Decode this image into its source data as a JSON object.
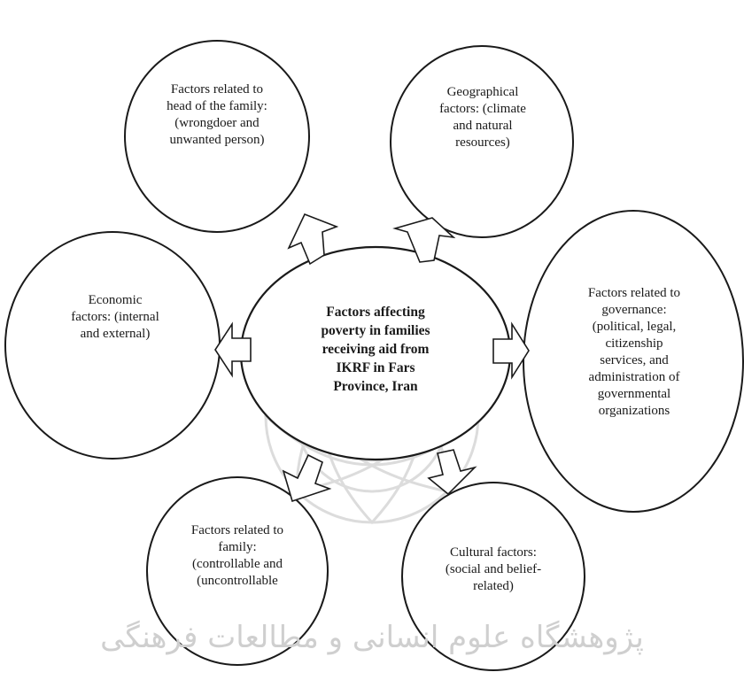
{
  "center": {
    "lines": [
      "Factors affecting",
      "poverty in families",
      "receiving aid from",
      "IKRF in Fars",
      "Province, Iran"
    ]
  },
  "nodes": {
    "head_of_family": {
      "lines": [
        "Factors related to",
        "head of the family:",
        "(wrongdoer and",
        "unwanted person)"
      ]
    },
    "geographical": {
      "lines": [
        "Geographical",
        "factors: (climate",
        "and natural",
        "resources)"
      ]
    },
    "economic": {
      "lines": [
        "Economic",
        "factors: (internal",
        "and external)"
      ]
    },
    "governance": {
      "lines": [
        "Factors related to",
        "governance:",
        "(political, legal,",
        "citizenship",
        "services, and",
        "administration of",
        "governmental",
        "organizations"
      ]
    },
    "family": {
      "lines": [
        "Factors related to",
        "family:",
        "(controllable and",
        "(uncontrollable"
      ]
    },
    "cultural": {
      "lines": [
        "Cultural factors:",
        "(social and belief-",
        "related)"
      ]
    }
  },
  "watermark": {
    "text": "پژوهشگاه علوم انسانی و مطالعات فرهنگی"
  },
  "colors": {
    "stroke": "#1a1a1a",
    "watermark": "#d4d4d4",
    "background": "#ffffff"
  }
}
